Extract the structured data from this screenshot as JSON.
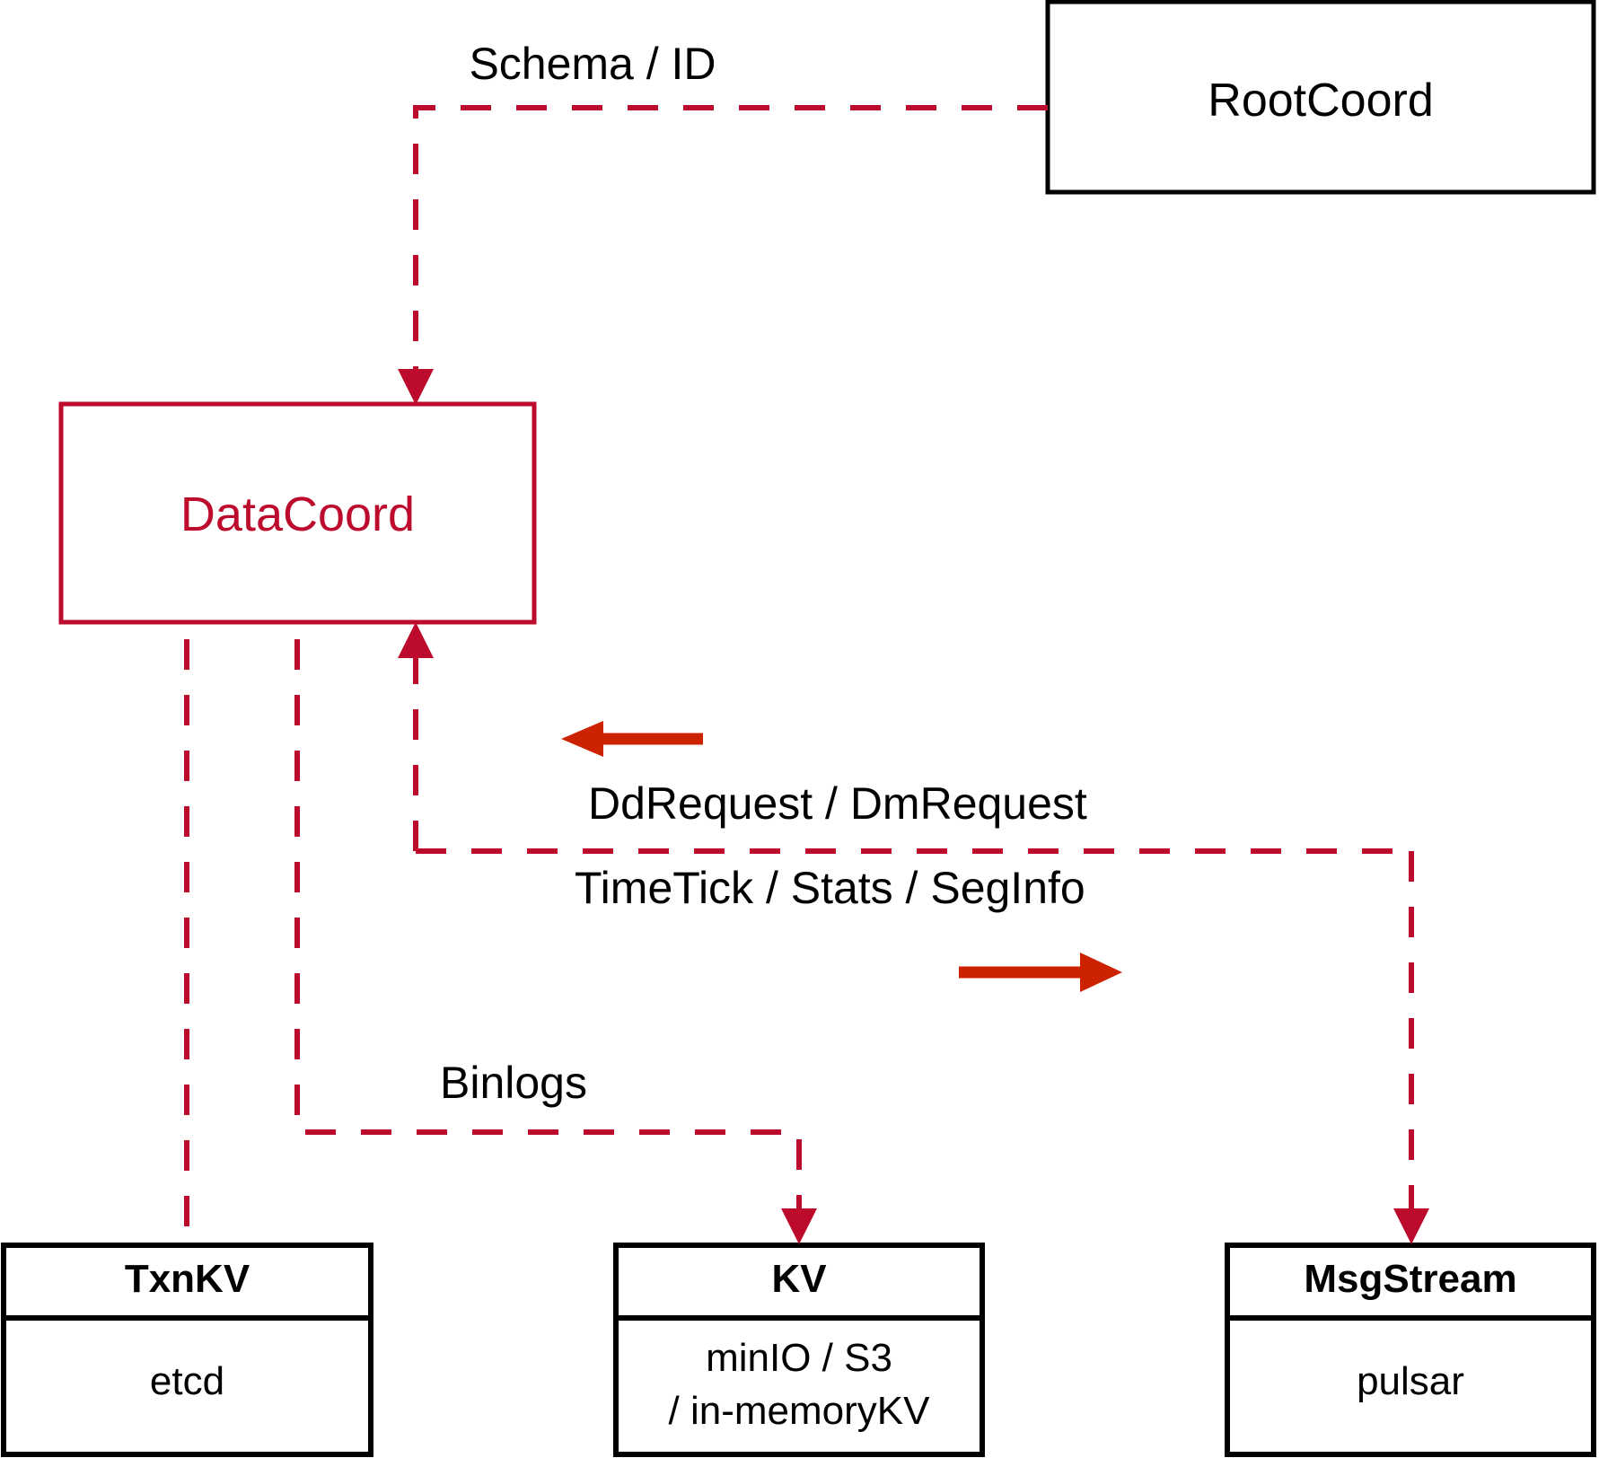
{
  "diagram": {
    "title": "DataCoord component interaction diagram",
    "colors": {
      "accent_red": "#bd0b2e",
      "arrow_red": "#cc2200",
      "node_border_black": "#000000",
      "background": "#ffffff"
    },
    "nodes": [
      {
        "id": "rootcoord",
        "name": "RootCoord",
        "title": "RootCoord",
        "subtitle": "",
        "style": "plain-black-box"
      },
      {
        "id": "datacoord",
        "name": "DataCoord",
        "title": "DataCoord",
        "subtitle": "",
        "style": "red-box"
      },
      {
        "id": "txnkv",
        "name": "TxnKV",
        "title": "TxnKV",
        "subtitle": "etcd",
        "style": "split-black-box"
      },
      {
        "id": "kv",
        "name": "KV",
        "title": "KV",
        "subtitle_line1": "minIO / S3",
        "subtitle_line2": "/ in-memoryKV",
        "style": "split-black-box"
      },
      {
        "id": "msgstream",
        "name": "MsgStream",
        "title": "MsgStream",
        "subtitle": "pulsar",
        "style": "split-black-box"
      }
    ],
    "edges": [
      {
        "id": "schema-id",
        "label": "Schema / ID",
        "from": "rootcoord",
        "to": "datacoord",
        "line": "dashed",
        "arrow": "down"
      },
      {
        "id": "ddrequest-dmrequest",
        "label": "DdRequest / DmRequest",
        "from": "msgstream",
        "to": "datacoord",
        "line": "dashed",
        "arrow": "left"
      },
      {
        "id": "timetick-stats-seginfo",
        "label": "TimeTick / Stats / SegInfo",
        "from": "datacoord",
        "to": "msgstream",
        "line": "dashed",
        "arrow": "right"
      },
      {
        "id": "binlogs",
        "label": "Binlogs",
        "from": "datacoord",
        "to": "kv",
        "line": "dashed",
        "arrow": "down"
      },
      {
        "id": "txnkv-link",
        "label": "",
        "from": "datacoord",
        "to": "txnkv",
        "line": "dashed",
        "arrow": "none"
      }
    ]
  }
}
